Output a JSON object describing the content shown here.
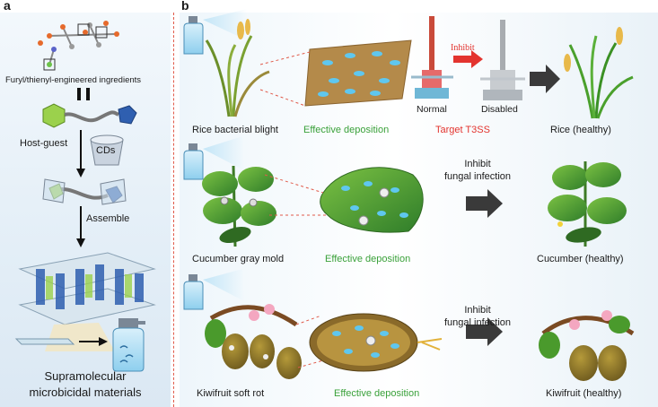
{
  "panel_a": {
    "letter": "a",
    "ingredients": "Furyl/thienyl-engineered ingredients",
    "host_guest": "Host-guest",
    "cds": "CDs",
    "assemble": "Assemble",
    "materials_line1": "Supramolecular",
    "materials_line2": "microbicidal materials"
  },
  "panel_b": {
    "letter": "b",
    "rows": [
      {
        "disease": "Rice bacterial blight",
        "deposition": "Effective deposition",
        "target": "Target T3SS",
        "inhibit": "Inhibit",
        "normal": "Normal",
        "disabled": "Disabled",
        "healthy": "Rice (healthy)"
      },
      {
        "disease": "Cucumber gray mold",
        "deposition": "Effective deposition",
        "inhibit_line1": "Inhibit",
        "inhibit_line2": "fungal infection",
        "healthy": "Cucumber (healthy)"
      },
      {
        "disease": "Kiwifruit soft rot",
        "deposition": "Effective deposition",
        "inhibit_line1": "Inhibit",
        "inhibit_line2": "fungal infection",
        "healthy": "Kiwifruit (healthy)"
      }
    ]
  },
  "colors": {
    "green_text": "#3aa13a",
    "red_text": "#e3342f",
    "divider": "#e05a4a"
  }
}
